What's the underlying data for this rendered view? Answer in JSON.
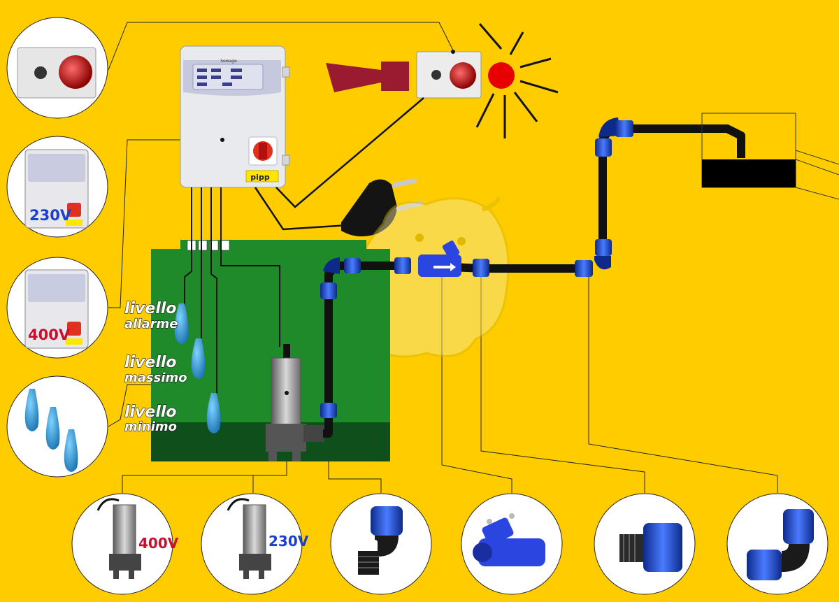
{
  "colors": {
    "background": "#ffcc00",
    "tank": "#1f8a2a",
    "water": "#0f4f1c",
    "pipe": "#111111",
    "fitting": "#1f3fae",
    "alarm_red": "#c8102e",
    "horn": "#9a1b30"
  },
  "panel": {
    "brand": "pipp",
    "header": "Sewage"
  },
  "thumbnails": {
    "panel_230": "230V",
    "panel_400": "400V",
    "pump_400": "400V",
    "pump_230": "230V"
  },
  "levels": {
    "alarm_line1": "livello",
    "alarm_line2": "allarme",
    "max_line1": "livello",
    "max_line2": "massimo",
    "min_line1": "livello",
    "min_line2": "minimo"
  },
  "icons": [
    "alarm-light-icon",
    "siren-horn-icon",
    "sun-flash-icon",
    "plug-icon",
    "float-switch-icon",
    "pump-icon",
    "elbow-fitting-icon",
    "check-valve-icon",
    "straight-fitting-icon"
  ]
}
